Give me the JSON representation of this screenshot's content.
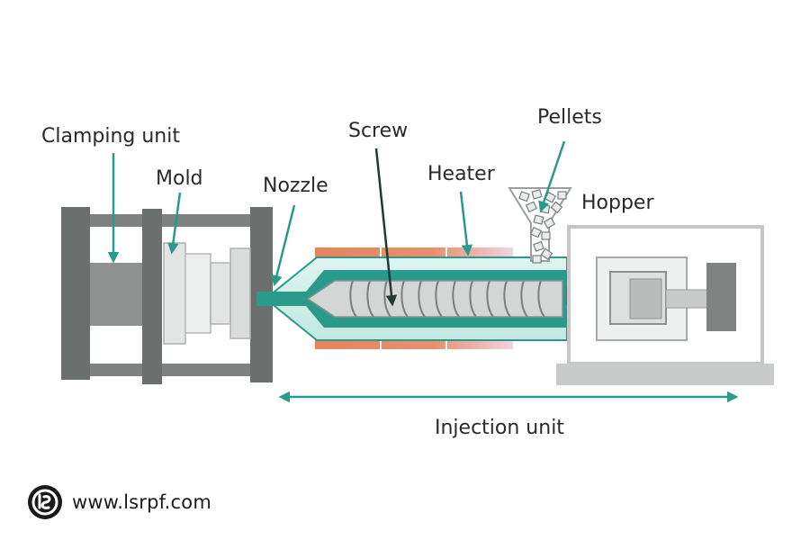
{
  "labels": {
    "clamping_unit": "Clamping unit",
    "mold": "Mold",
    "nozzle": "Nozzle",
    "screw": "Screw",
    "heater": "Heater",
    "pellets": "Pellets",
    "hopper": "Hopper",
    "injection_unit": "Injection unit"
  },
  "footer": {
    "logo_icon": "lsrpf-logo-icon",
    "url": "www.lsrpf.com"
  },
  "colors": {
    "teal": "#2a9a8a",
    "teal_light": "#c7ece5",
    "heater": "#e8845f",
    "frame_dark": "#6b6f6e",
    "gray_light": "#c8cbc9"
  }
}
